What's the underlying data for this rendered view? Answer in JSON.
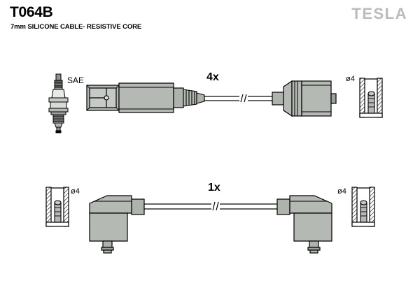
{
  "header": {
    "part_number": "T064B",
    "description": "7mm SILICONE CABLE- RESISTIVE CORE",
    "brand": "TESLA"
  },
  "colors": {
    "metal_fill": "#b4b9b4",
    "metal_fill_light": "#c6cac6",
    "metal_fill_dark": "#9aa09a",
    "outline": "#000000",
    "logo_gray": "#b9bcb9",
    "background": "#ffffff"
  },
  "assemblies": [
    {
      "id": "straight-lead-assembly",
      "quantity_label": "4x",
      "spark_plug_standard": "SAE",
      "left_end": {
        "name": "straight-boot-connector",
        "type": "straight"
      },
      "right_end": {
        "name": "straight-coil-connector",
        "type": "straight"
      },
      "cable": {
        "name": "ignition-cable",
        "break_symbol": true
      },
      "terminal_detail": {
        "name": "terminal-cross-section",
        "dimension_label": "ø4"
      }
    },
    {
      "id": "angled-lead-assembly",
      "quantity_label": "1x",
      "left_end": {
        "name": "right-angle-boot-connector",
        "type": "90-degree"
      },
      "right_end": {
        "name": "right-angle-boot-connector",
        "type": "90-degree"
      },
      "cable": {
        "name": "ignition-cable",
        "break_symbol": true
      },
      "terminal_detail_left": {
        "name": "terminal-cross-section",
        "dimension_label": "ø4"
      },
      "terminal_detail_right": {
        "name": "terminal-cross-section",
        "dimension_label": "ø4"
      }
    }
  ]
}
